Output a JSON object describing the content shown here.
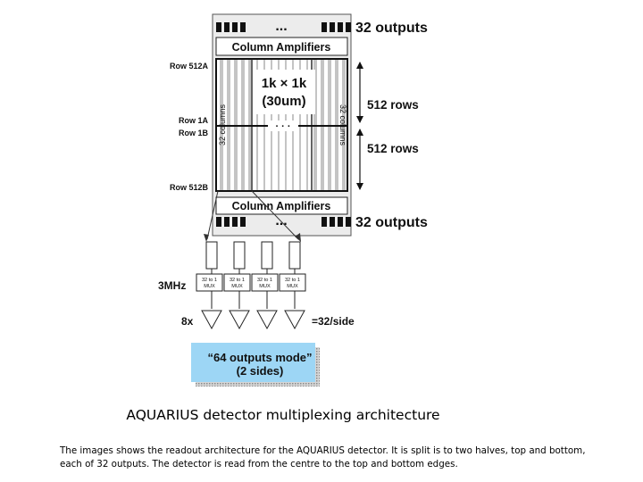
{
  "diagram": {
    "top_outputs": "32 outputs",
    "bottom_outputs": "32 outputs",
    "top_amplifiers": "Column Amplifiers",
    "bottom_amplifiers": "Column Amplifiers",
    "ellipsis": "...",
    "center_ellipsis": "· · ·",
    "array_size_line1": "1k × 1k",
    "array_size_line2": "(30um)",
    "columns_label": "32 columns",
    "rows_top": "512 rows",
    "rows_bottom": "512 rows",
    "row_labels": [
      "Row 512A",
      "Row 1A",
      "Row 1B",
      "Row 512B"
    ],
    "clock": "3MHz",
    "mux_line1": "32 to 1",
    "mux_line2": "MUX",
    "amp_count": "8x",
    "per_side": "=32/side",
    "mode_line1": "“64 outputs mode”",
    "mode_line2": "(2 sides)"
  },
  "caption": "AQUARIUS detector multiplexing architecture",
  "description": "The images shows the readout architecture for the AQUARIUS detector. It is split is to two halves, top and bottom, each of 32 outputs. The detector is read from the centre to the top and bottom edges.",
  "colors": {
    "mode_box": "#9dd6f5",
    "panel": "#ececec",
    "stripe": "#c4c4c4"
  }
}
